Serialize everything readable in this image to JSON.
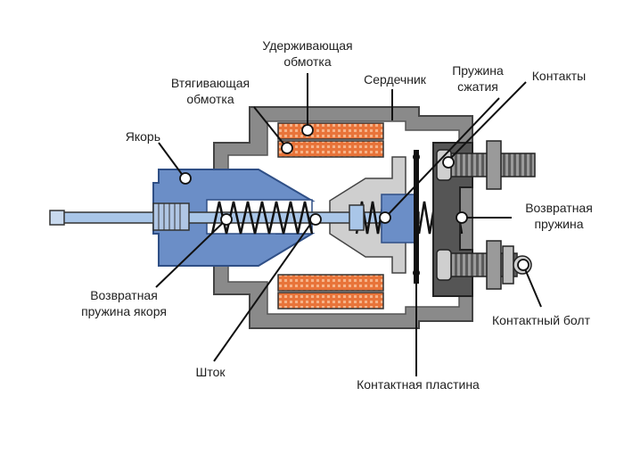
{
  "colors": {
    "housing": "#8a8a8a",
    "housing_dark": "#4a4a4a",
    "core": "#cfcfcf",
    "armature": "#6b8ec7",
    "armature_dark": "#3f5f96",
    "coil": "#e8743a",
    "coil_light": "#f4a97a",
    "leader": "#111111"
  },
  "labels": {
    "holding_winding": [
      "Удерживающая",
      "обмотка"
    ],
    "pull_winding": [
      "Втягивающая",
      "обмотка"
    ],
    "core": "Сердечник",
    "compression_spring": [
      "Пружина",
      "сжатия"
    ],
    "contacts": "Контакты",
    "armature": "Якорь",
    "return_spring": [
      "Возвратная",
      "пружина"
    ],
    "armature_return_spring": [
      "Возвратная",
      "пружина якоря"
    ],
    "contact_bolt": "Контактный болт",
    "rod": "Шток",
    "contact_plate": "Контактная пластина"
  }
}
